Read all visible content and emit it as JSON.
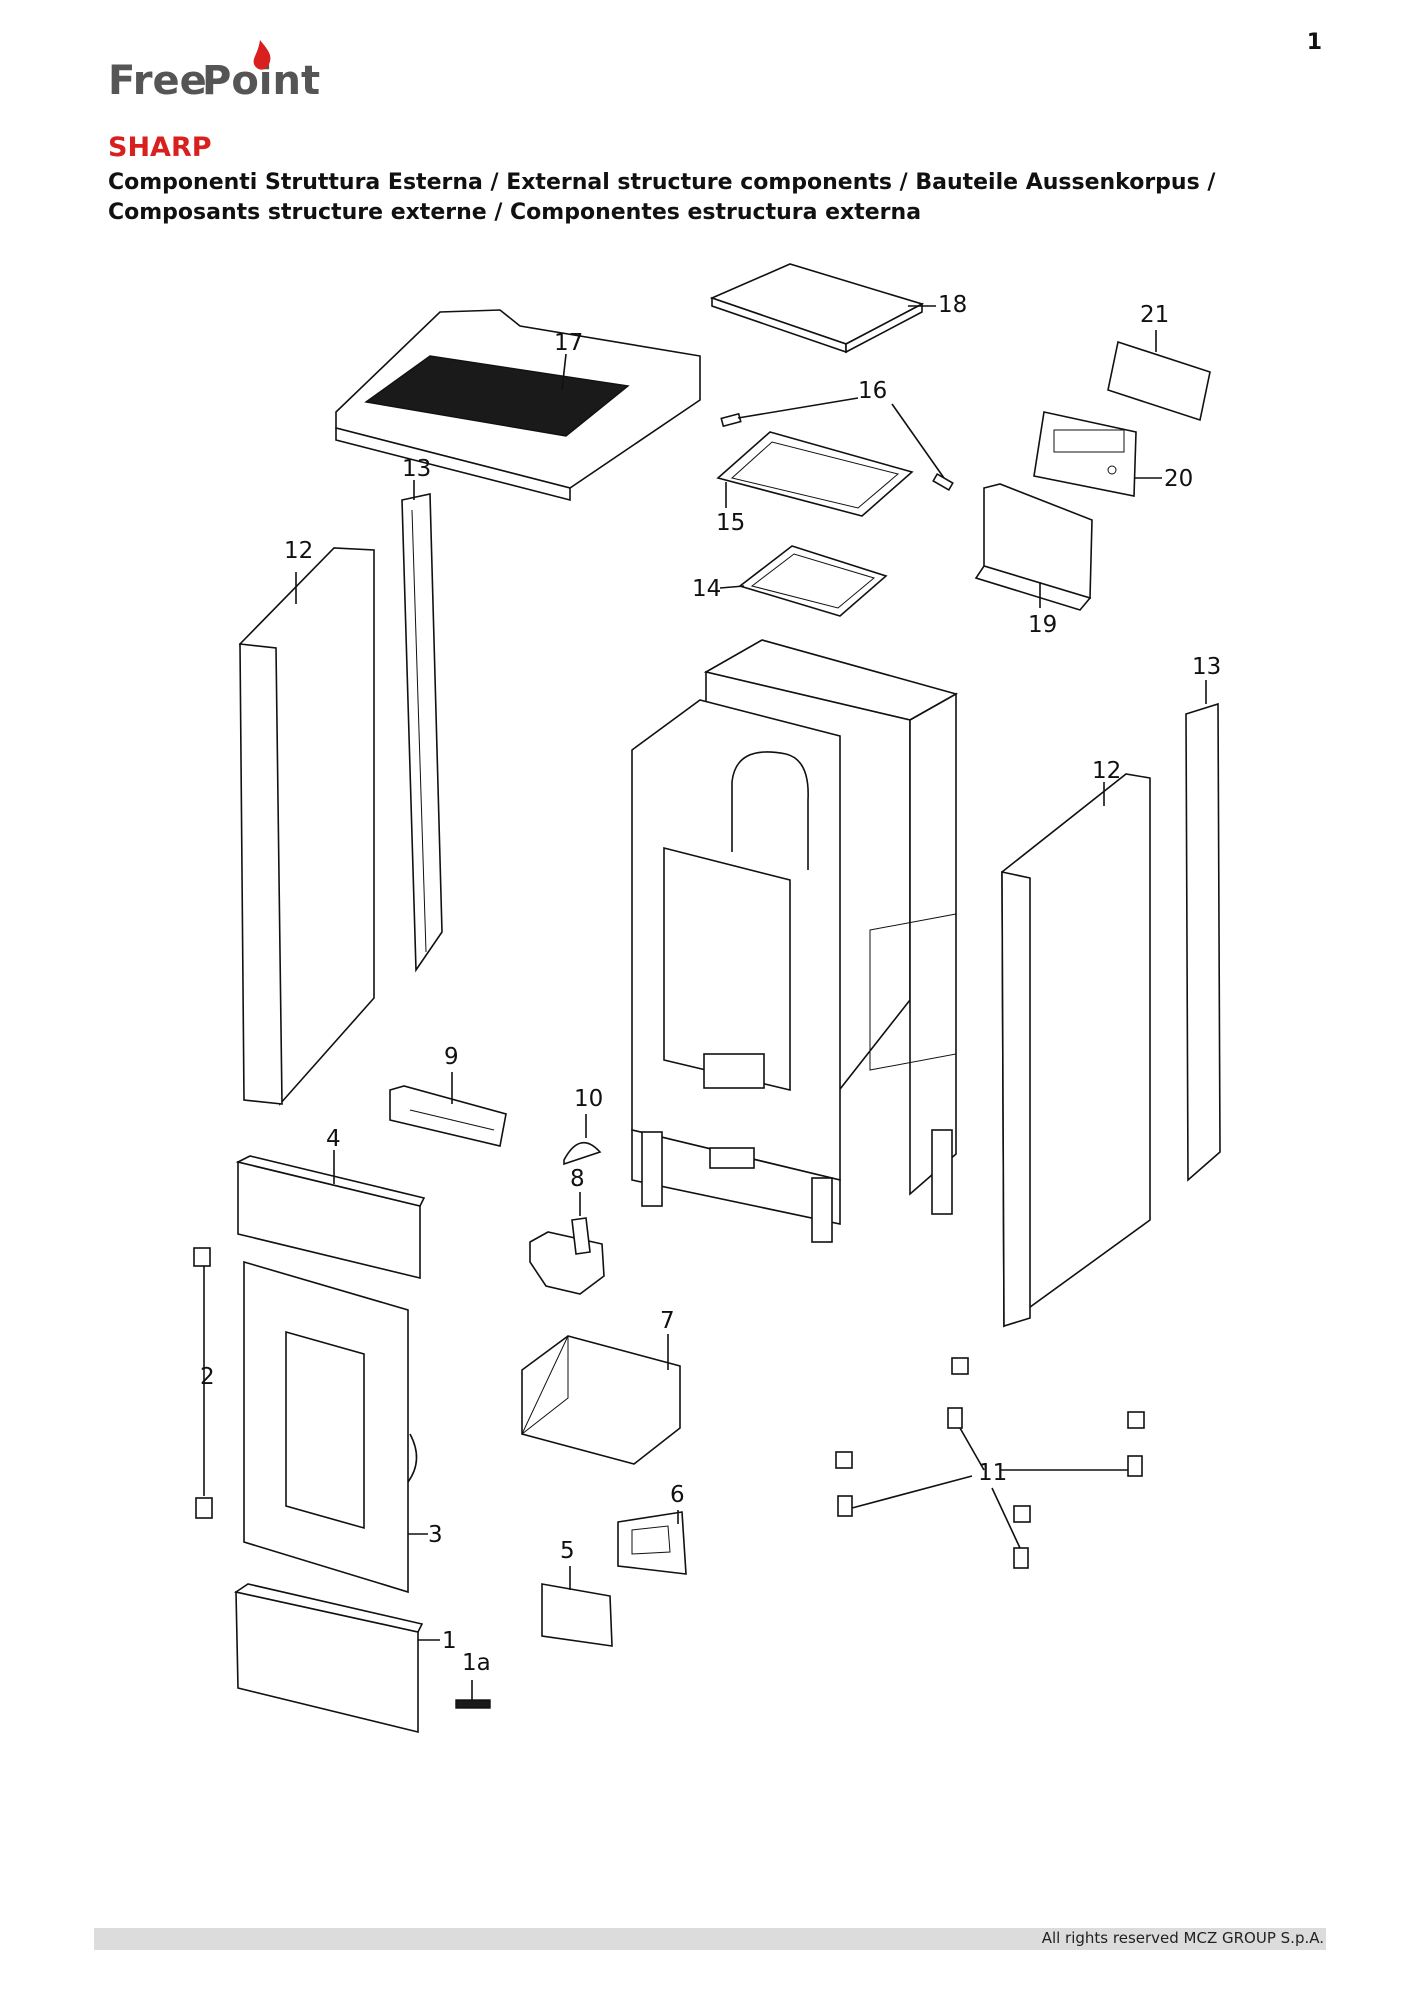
{
  "page": {
    "number": "1"
  },
  "header": {
    "brand_free": "Free",
    "brand_point": "Point",
    "model": "SHARP",
    "subtitle": "Componenti Struttura Esterna / External structure components / Bauteile Aussenkorpus / Composants structure externe / Componentes estructura externa"
  },
  "callouts": {
    "c1": "1",
    "c1a": "1a",
    "c2": "2",
    "c3": "3",
    "c4": "4",
    "c5": "5",
    "c6": "6",
    "c7": "7",
    "c8": "8",
    "c9": "9",
    "c10": "10",
    "c11": "11",
    "c12a": "12",
    "c12b": "12",
    "c13a": "13",
    "c13b": "13",
    "c14": "14",
    "c15": "15",
    "c16": "16",
    "c17": "17",
    "c18": "18",
    "c19": "19",
    "c20": "20",
    "c21": "21"
  },
  "footer": {
    "copyright": "All rights reserved MCZ GROUP S.p.A."
  },
  "colors": {
    "brand_red": "#d8201f",
    "brand_grey": "#555555",
    "footer_bar": "#dcdcdc"
  }
}
